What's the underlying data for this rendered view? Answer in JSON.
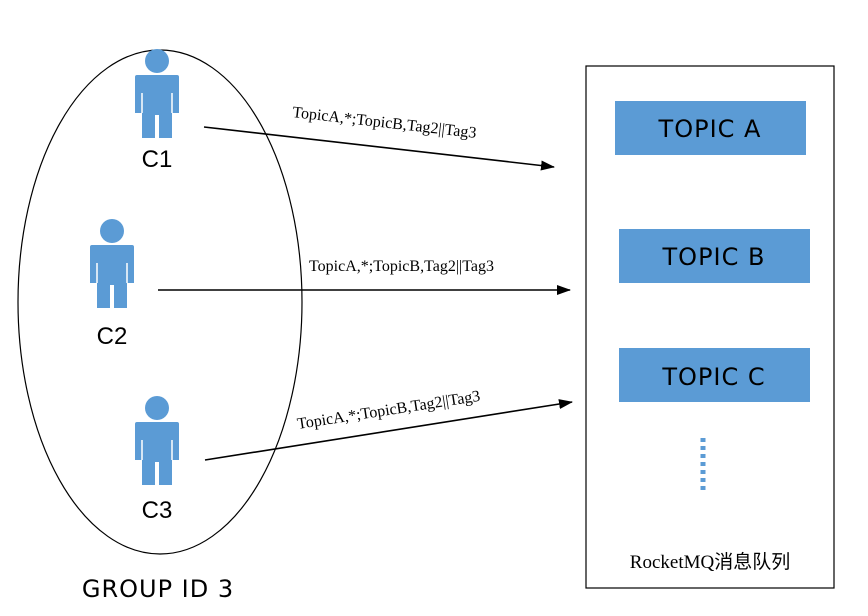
{
  "group": {
    "label": "GROUP ID 3"
  },
  "consumers": [
    {
      "id": "C1"
    },
    {
      "id": "C2"
    },
    {
      "id": "C3"
    }
  ],
  "subscriptions": [
    {
      "from": "C1",
      "expression": "TopicA,*;TopicB,Tag2||Tag3"
    },
    {
      "from": "C2",
      "expression": "TopicA,*;TopicB,Tag2||Tag3"
    },
    {
      "from": "C3",
      "expression": "TopicA,*;TopicB,Tag2||Tag3"
    }
  ],
  "queue": {
    "label": "RocketMQ消息队列",
    "topics": [
      {
        "label": "TOPIC A"
      },
      {
        "label": "TOPIC B"
      },
      {
        "label": "TOPIC C"
      }
    ],
    "more_indicator": "dotted-ellipsis"
  },
  "colors": {
    "topic_fill": "#5B9BD5",
    "person_fill": "#5B9BD5",
    "line": "#000000"
  },
  "icons": [
    "person-icon"
  ]
}
